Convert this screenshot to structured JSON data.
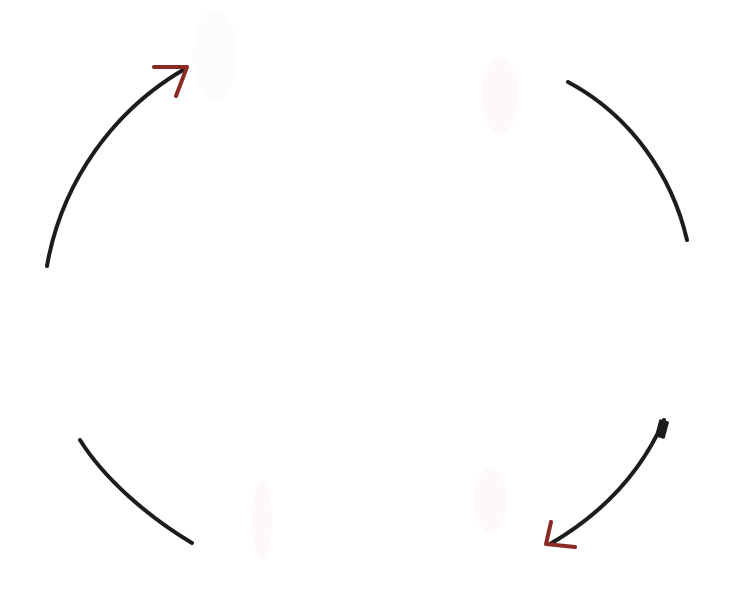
{
  "diagram": {
    "type": "cycle",
    "arrow_count": 4,
    "direction": "clockwise",
    "colors": {
      "background": "#ffffff",
      "arc_stroke": "#1c1c1c",
      "arrowhead_stroke": "#8a2a25",
      "smudge": "#fdf2f2"
    },
    "arrows": [
      {
        "position": "top-left",
        "arrowhead": true
      },
      {
        "position": "top-right",
        "arrowhead": false
      },
      {
        "position": "bottom-right",
        "arrowhead": true
      },
      {
        "position": "bottom-left",
        "arrowhead": false
      }
    ]
  }
}
